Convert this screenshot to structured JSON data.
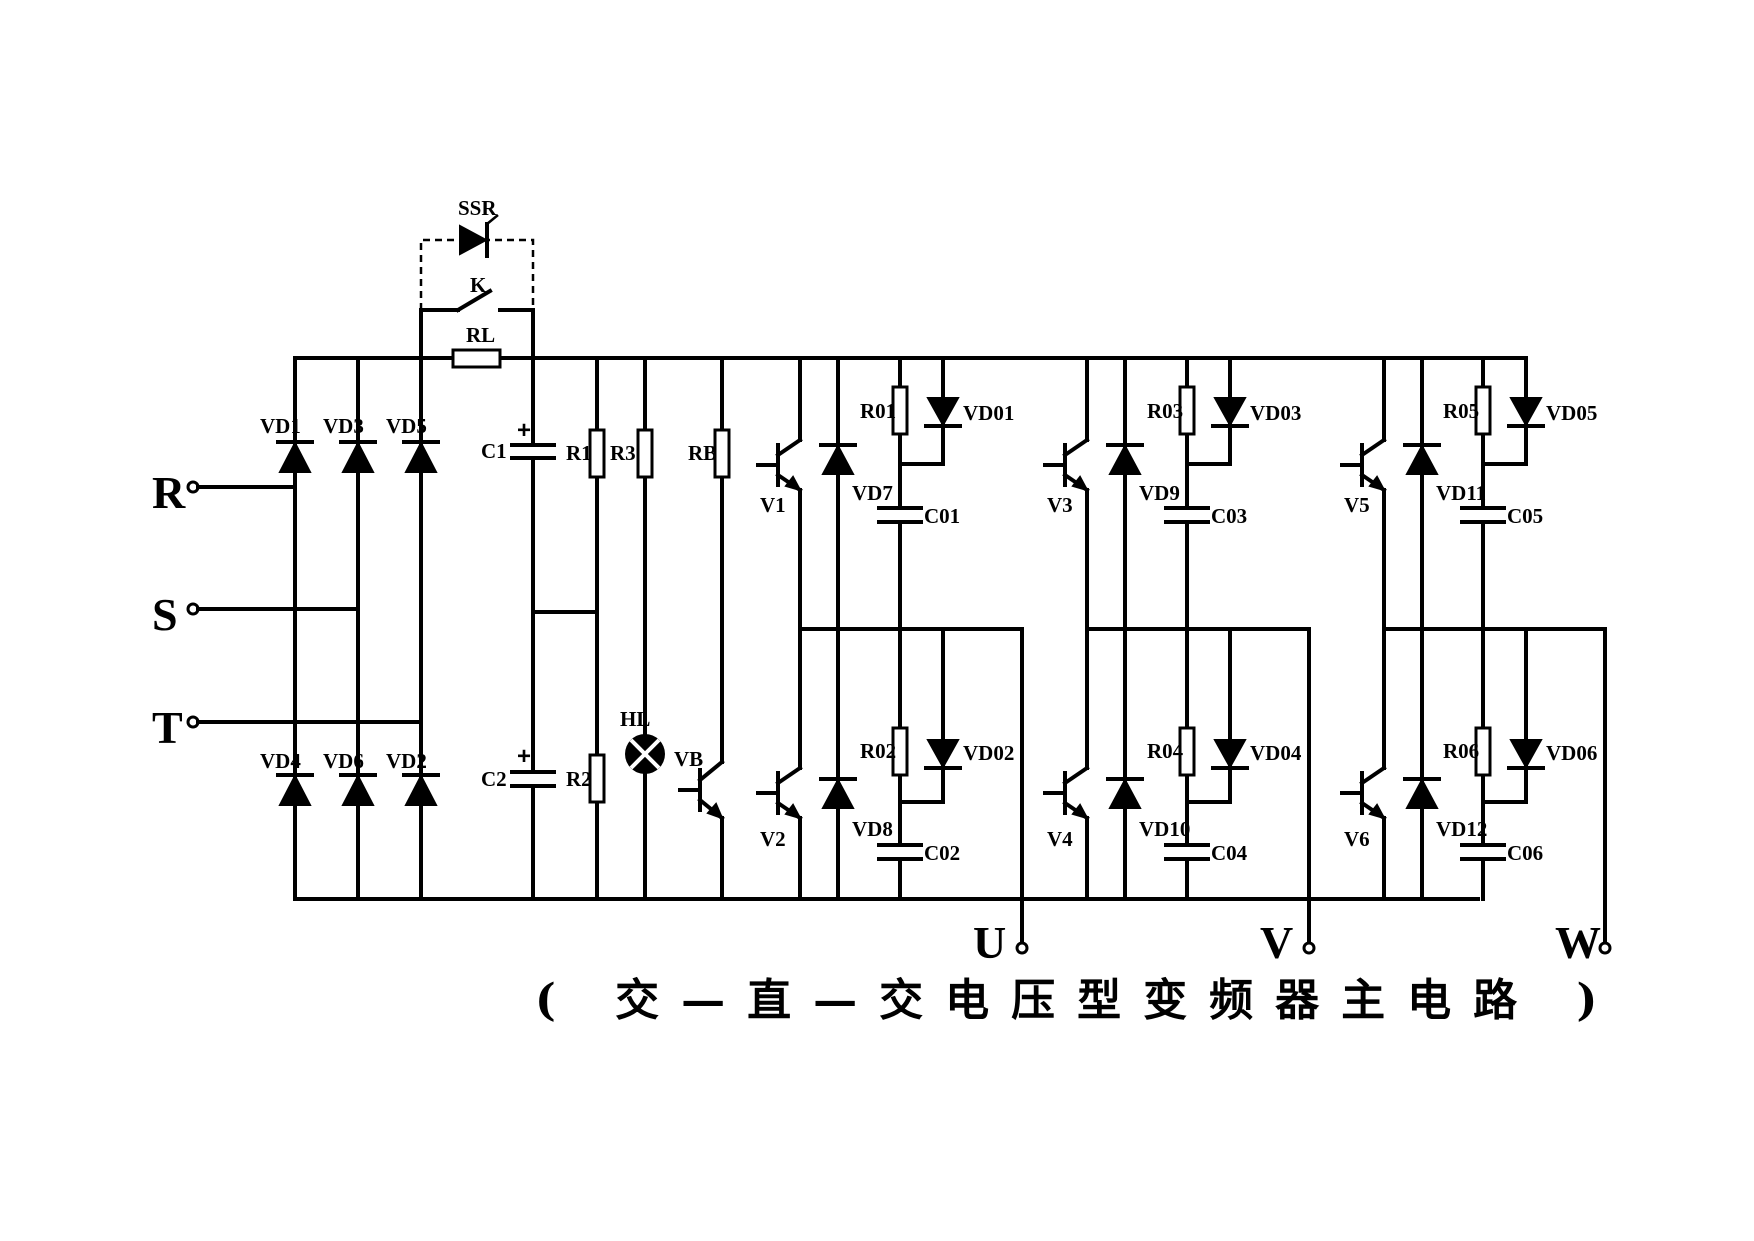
{
  "terminals": {
    "input": [
      "R",
      "S",
      "T"
    ],
    "output": [
      "U",
      "V",
      "W"
    ]
  },
  "rectifier": {
    "upper": [
      "VD1",
      "VD3",
      "VD5"
    ],
    "lower": [
      "VD4",
      "VD6",
      "VD2"
    ]
  },
  "bypass": {
    "ssr": "SSR",
    "switch": "K",
    "resistor": "RL"
  },
  "dc_link": {
    "c1": "C1",
    "c2": "C2",
    "r1": "R1",
    "r2": "R2",
    "r3": "R3",
    "lamp": "HL",
    "rb": "RB",
    "vb": "VB",
    "plus": "+"
  },
  "legs": [
    {
      "v_up": "V1",
      "v_dn": "V2",
      "vd_up": "VD7",
      "vd_dn": "VD8",
      "r_up": "R01",
      "r_dn": "R02",
      "vd_s_up": "VD01",
      "vd_s_dn": "VD02",
      "c_up": "C01",
      "c_dn": "C02"
    },
    {
      "v_up": "V3",
      "v_dn": "V4",
      "vd_up": "VD9",
      "vd_dn": "VD10",
      "r_up": "R03",
      "r_dn": "R04",
      "vd_s_up": "VD03",
      "vd_s_dn": "VD04",
      "c_up": "C03",
      "c_dn": "C04"
    },
    {
      "v_up": "V5",
      "v_dn": "V6",
      "vd_up": "VD11",
      "vd_dn": "VD12",
      "r_up": "R05",
      "r_dn": "R06",
      "vd_s_up": "VD05",
      "vd_s_dn": "VD06",
      "c_up": "C05",
      "c_dn": "C06"
    }
  ],
  "caption": "( 交—直—交电压型变频器主电路 )"
}
